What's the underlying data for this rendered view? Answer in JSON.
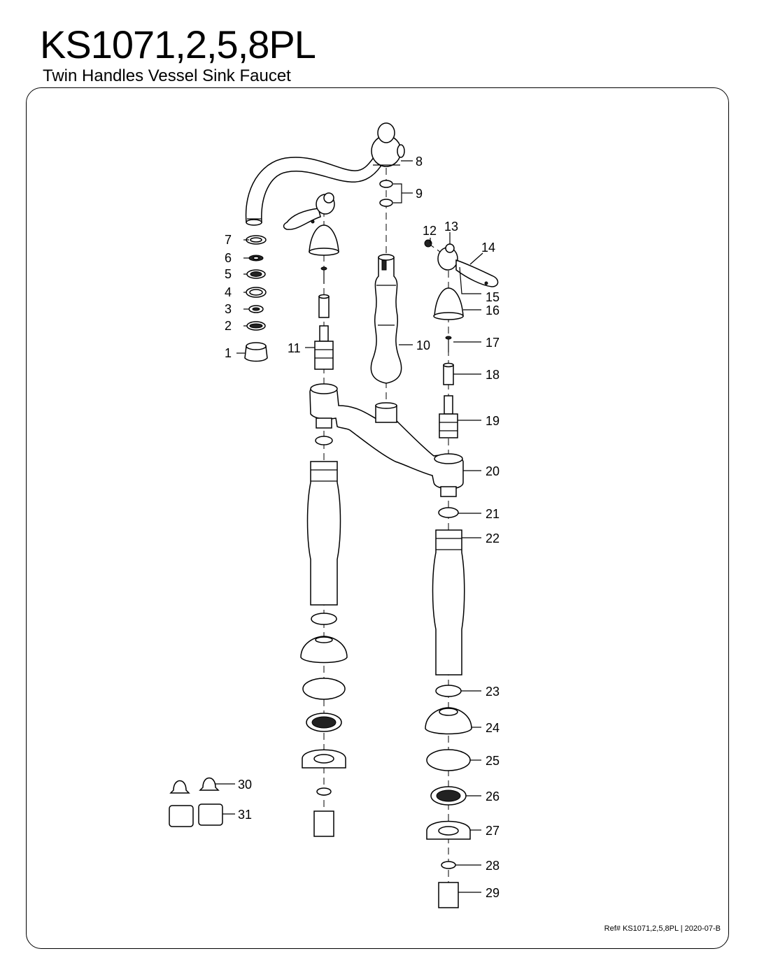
{
  "header": {
    "model": "KS1071,2,5,8PL",
    "description": "Twin Handles Vessel Sink Faucet"
  },
  "callouts": [
    {
      "id": "c1",
      "label": "1"
    },
    {
      "id": "c2",
      "label": "2"
    },
    {
      "id": "c3",
      "label": "3"
    },
    {
      "id": "c4",
      "label": "4"
    },
    {
      "id": "c5",
      "label": "5"
    },
    {
      "id": "c6",
      "label": "6"
    },
    {
      "id": "c7",
      "label": "7"
    },
    {
      "id": "c8",
      "label": "8"
    },
    {
      "id": "c9",
      "label": "9"
    },
    {
      "id": "c10",
      "label": "10"
    },
    {
      "id": "c11",
      "label": "11"
    },
    {
      "id": "c12",
      "label": "12"
    },
    {
      "id": "c13",
      "label": "13"
    },
    {
      "id": "c14",
      "label": "14"
    },
    {
      "id": "c15",
      "label": "15"
    },
    {
      "id": "c16",
      "label": "16"
    },
    {
      "id": "c17",
      "label": "17"
    },
    {
      "id": "c18",
      "label": "18"
    },
    {
      "id": "c19",
      "label": "19"
    },
    {
      "id": "c20",
      "label": "20"
    },
    {
      "id": "c21",
      "label": "21"
    },
    {
      "id": "c22",
      "label": "22"
    },
    {
      "id": "c23",
      "label": "23"
    },
    {
      "id": "c24",
      "label": "24"
    },
    {
      "id": "c25",
      "label": "25"
    },
    {
      "id": "c26",
      "label": "26"
    },
    {
      "id": "c27",
      "label": "27"
    },
    {
      "id": "c28",
      "label": "28"
    },
    {
      "id": "c29",
      "label": "29"
    },
    {
      "id": "c30",
      "label": "30"
    },
    {
      "id": "c31",
      "label": "31"
    }
  ],
  "footer": {
    "reference": "Ref# KS1071,2,5,8PL | 2020-07-B"
  }
}
